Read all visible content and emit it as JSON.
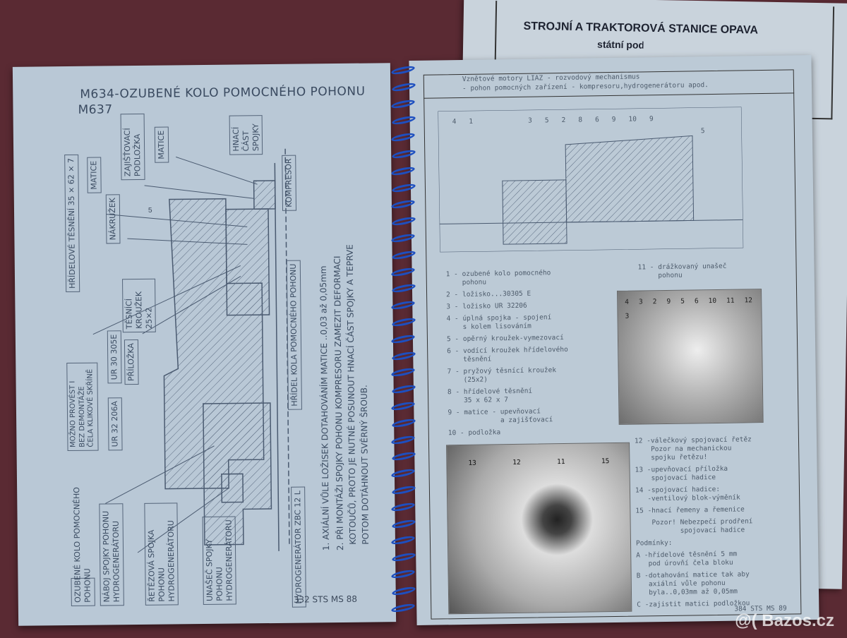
{
  "back_document": {
    "header_line1": "STROJNÍ A TRAKTOROVÁ STANICE OPAVA",
    "header_line2": "státní podnik"
  },
  "left_page": {
    "title_line1": "M634-OZUBENÉ KOLO POMOCNÉHO POHONU",
    "title_line2": "M637",
    "labels": [
      "HŘÍDELOVÉ TĚSNĚNÍ 35 × 62 × 7",
      "MATICE",
      "NÁKRUŽEK",
      "ZAJIŠŤOVACÍ PODLOŽKA",
      "MATICE",
      "HNACÍ ČÁST SPOJKY",
      "KOMPRESOR",
      "TĚSNÍCÍ KROUŽEK 25×2",
      "PŘÍLOŽKA",
      "UR 30 305E",
      "MOŽNO PROVÉST I BEZ DEMONTÁŽE ČELA KLIKOVÉ SKŘÍNĚ",
      "UR 32 206A",
      "HŘÍDEL KOLA POMOCNÉHO POHONU",
      "OZUBENÉ KOLO POMOCNÉHO POHONU",
      "NÁBOJ SPOJKY POHONU HYDROGENERÁTORU",
      "ŘETĚZOVÁ SPOJKA POHONU HYDROGENERÁTORU",
      "UNAŠEČ SPOJKY POHONU HYDROGENERÁTORU",
      "HYDROGENERÁTOR ZBC 12 L"
    ],
    "dimension": "5",
    "notes": [
      "1. AXIÁLNÍ VŮLE LOŽISEK DOTAHOVÁNÍM MATICE ..0,03 až 0,05mm",
      "2. PŘI MONTÁŽI SPOJKY POHONU KOMPRESORU ZAMEZIT DEFORMACI",
      "KOTOUČŮ, PROTO JE NUTNÉ POSUNOUT HNACÍ ČÁST SPOJKY A TEPRVE",
      "POTOM DOTÁHNOUT SVĚRNÝ ŠROUB."
    ],
    "footer": "332 STS MS 88"
  },
  "right_page": {
    "header_line1": "Vznětové motory LIAZ - rozvodový mechanismus",
    "header_line2": "- pohon pomocných zařízení - kompresoru,hydrogenerátoru apod.",
    "drawing_numbers": [
      "4",
      "1",
      "3",
      "5",
      "2",
      "8",
      "6",
      "9",
      "10",
      "9"
    ],
    "dimension": "5",
    "legend_left": [
      "1 - ozubené kolo pomocného\n    pohonu",
      "2 - ložisko...30305 E",
      "3 - ložisko UR 32206",
      "4 - úplná spojka - spojení\n    s kolem lisováním",
      "5 - opěrný kroužek-vymezovací",
      "6 - vodící kroužek hřídelového\n    těsnění",
      "7 - pryžový těsnící kroužek\n    (25x2)",
      "8 - hřídelové těsnění\n    35 x 62 x 7",
      "9 - matice - upevňovací\n             a zajišťovací",
      "10 - podložka"
    ],
    "legend_item_11": "11 - drážkovaný unašeč\n     pohonu",
    "legend_right": [
      "12 -válečkový spojovací řetěz\n    Pozor na mechanickou\n    spojku řetězu!",
      "13 -upevňovací příložka\n    spojovací hadice",
      "14 -spojovací hadice:\n   -ventilový blok-výměník",
      "15 -hnací řemeny a řemenice",
      "    Pozor! Nebezpečí prodření\n           spojovací hadice"
    ],
    "conditions_title": "Podmínky:",
    "conditions": [
      "A -hřídelové těsnění 5 mm\n   pod úrovňí čela bloku",
      "B -dotahování matice tak aby\n   axiální vůle pohonu\n   byla..0,03mm až 0,05mm",
      "C -zajistit matici podložkou"
    ],
    "photo1_numbers": [
      "4",
      "3",
      "2",
      "9",
      "5",
      "6",
      "10",
      "11",
      "12",
      "3"
    ],
    "photo2_numbers": [
      "13",
      "12",
      "11",
      "15"
    ],
    "footer": "384 STS MS 89"
  },
  "watermark": "@( Bazos.cz",
  "colors": {
    "table": "#5a2a33",
    "paper": "#bccad6",
    "binding": "#1d4fc0",
    "ink": "#3d4a5c"
  }
}
